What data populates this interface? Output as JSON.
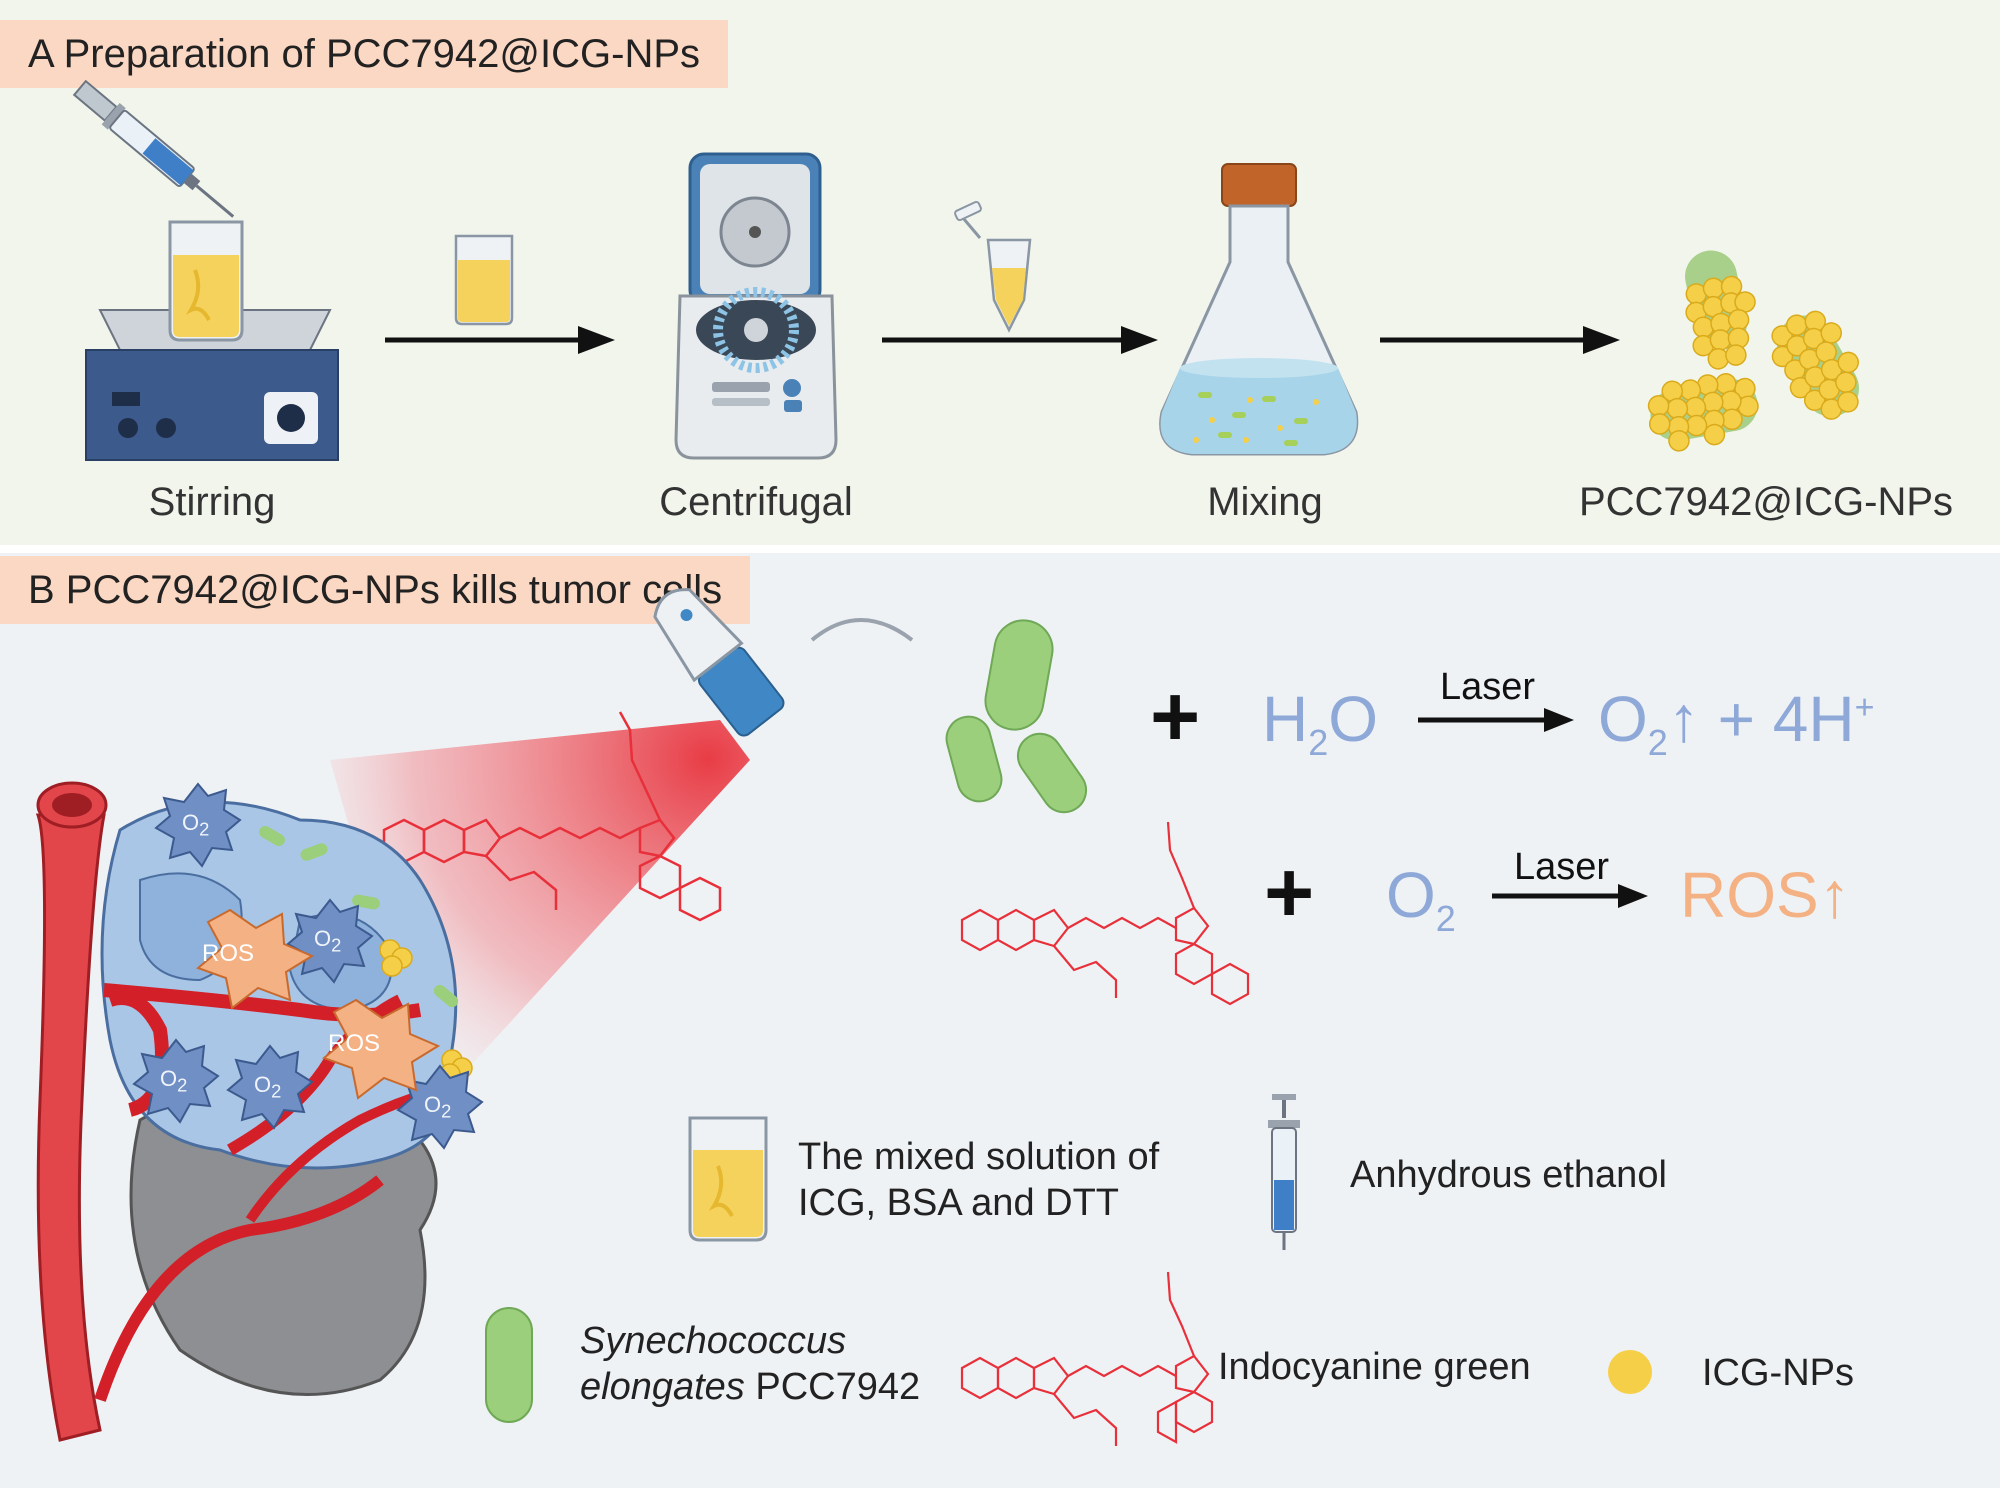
{
  "panel_a": {
    "title": "A Preparation of PCC7942@ICG-NPs",
    "steps": [
      "Stirring",
      "Centrifugal",
      "Mixing",
      "PCC7942@ICG-NPs"
    ]
  },
  "panel_b": {
    "title": "B PCC7942@ICG-NPs kills tumor cells",
    "tumor_labels": {
      "o2": "O",
      "o2_sub": "2",
      "ros": "ROS"
    },
    "eq1": {
      "plus": "+",
      "reactant": "H",
      "reactant_sub": "2",
      "reactant_tail": "O",
      "arrow_label": "Laser",
      "product": "O",
      "product_sub": "2",
      "product_tail": "↑ + 4H",
      "product_sup": "+"
    },
    "eq2": {
      "plus": "+",
      "reactant": "O",
      "reactant_sub": "2",
      "arrow_label": "Laser",
      "product": "ROS↑"
    }
  },
  "legend": {
    "mixed_solution_line1": "The mixed solution of",
    "mixed_solution_line2": "ICG, BSA and DTT",
    "ethanol": "Anhydrous ethanol",
    "species_italic_line1": "Synechococcus",
    "species_italic_line2": "elongates",
    "species_strain": " PCC7942",
    "icg": "Indocyanine green",
    "icg_nps": "ICG-NPs"
  },
  "colors": {
    "panel_a_bg": "#f1f5ec",
    "panel_b_bg": "#eff2f5",
    "title_bg": "#fbd8c4",
    "eq_blue": "#8ea8d8",
    "eq_orange": "#f4b183",
    "bacteria_green": "#8cc47a",
    "np_yellow": "#f6cf48",
    "molecule_red": "#e8303a"
  }
}
